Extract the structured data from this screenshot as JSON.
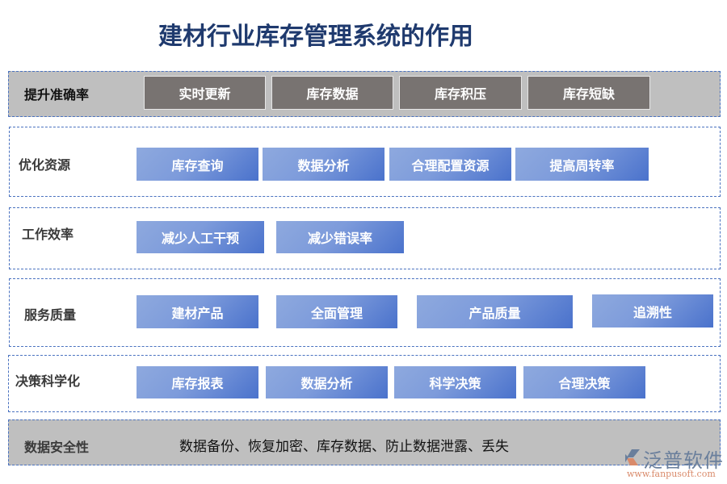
{
  "title": "建材行业库存管理系统的作用",
  "sections": [
    {
      "label": "提升准确率",
      "items": [
        "实时更新",
        "库存数据",
        "库存积压",
        "库存短缺"
      ]
    },
    {
      "label": "优化资源",
      "items": [
        "库存查询",
        "数据分析",
        "合理配置资源",
        "提高周转率"
      ]
    },
    {
      "label": "工作效率",
      "items": [
        "减少人工干预",
        "减少错误率"
      ]
    },
    {
      "label": "服务质量",
      "items": [
        "建材产品",
        "全面管理",
        "产品质量",
        "追溯性"
      ]
    },
    {
      "label": "决策科学化",
      "items": [
        "库存报表",
        "数据分析",
        "科学决策",
        "合理决策"
      ]
    },
    {
      "label": "数据安全性",
      "text": "数据备份、恢复加密、库存数据、防止数据泄露、丢失"
    }
  ],
  "logo": {
    "name": "泛普软件",
    "url": "www.fanpusoft.com"
  },
  "colors": {
    "title": "#1f3a6e",
    "gray_box": "#787371",
    "gray_section": "#bfbfbf",
    "blue_light": "#8ea9de",
    "blue_dark": "#4a72cc",
    "dashed_border": "#4a72c0"
  }
}
